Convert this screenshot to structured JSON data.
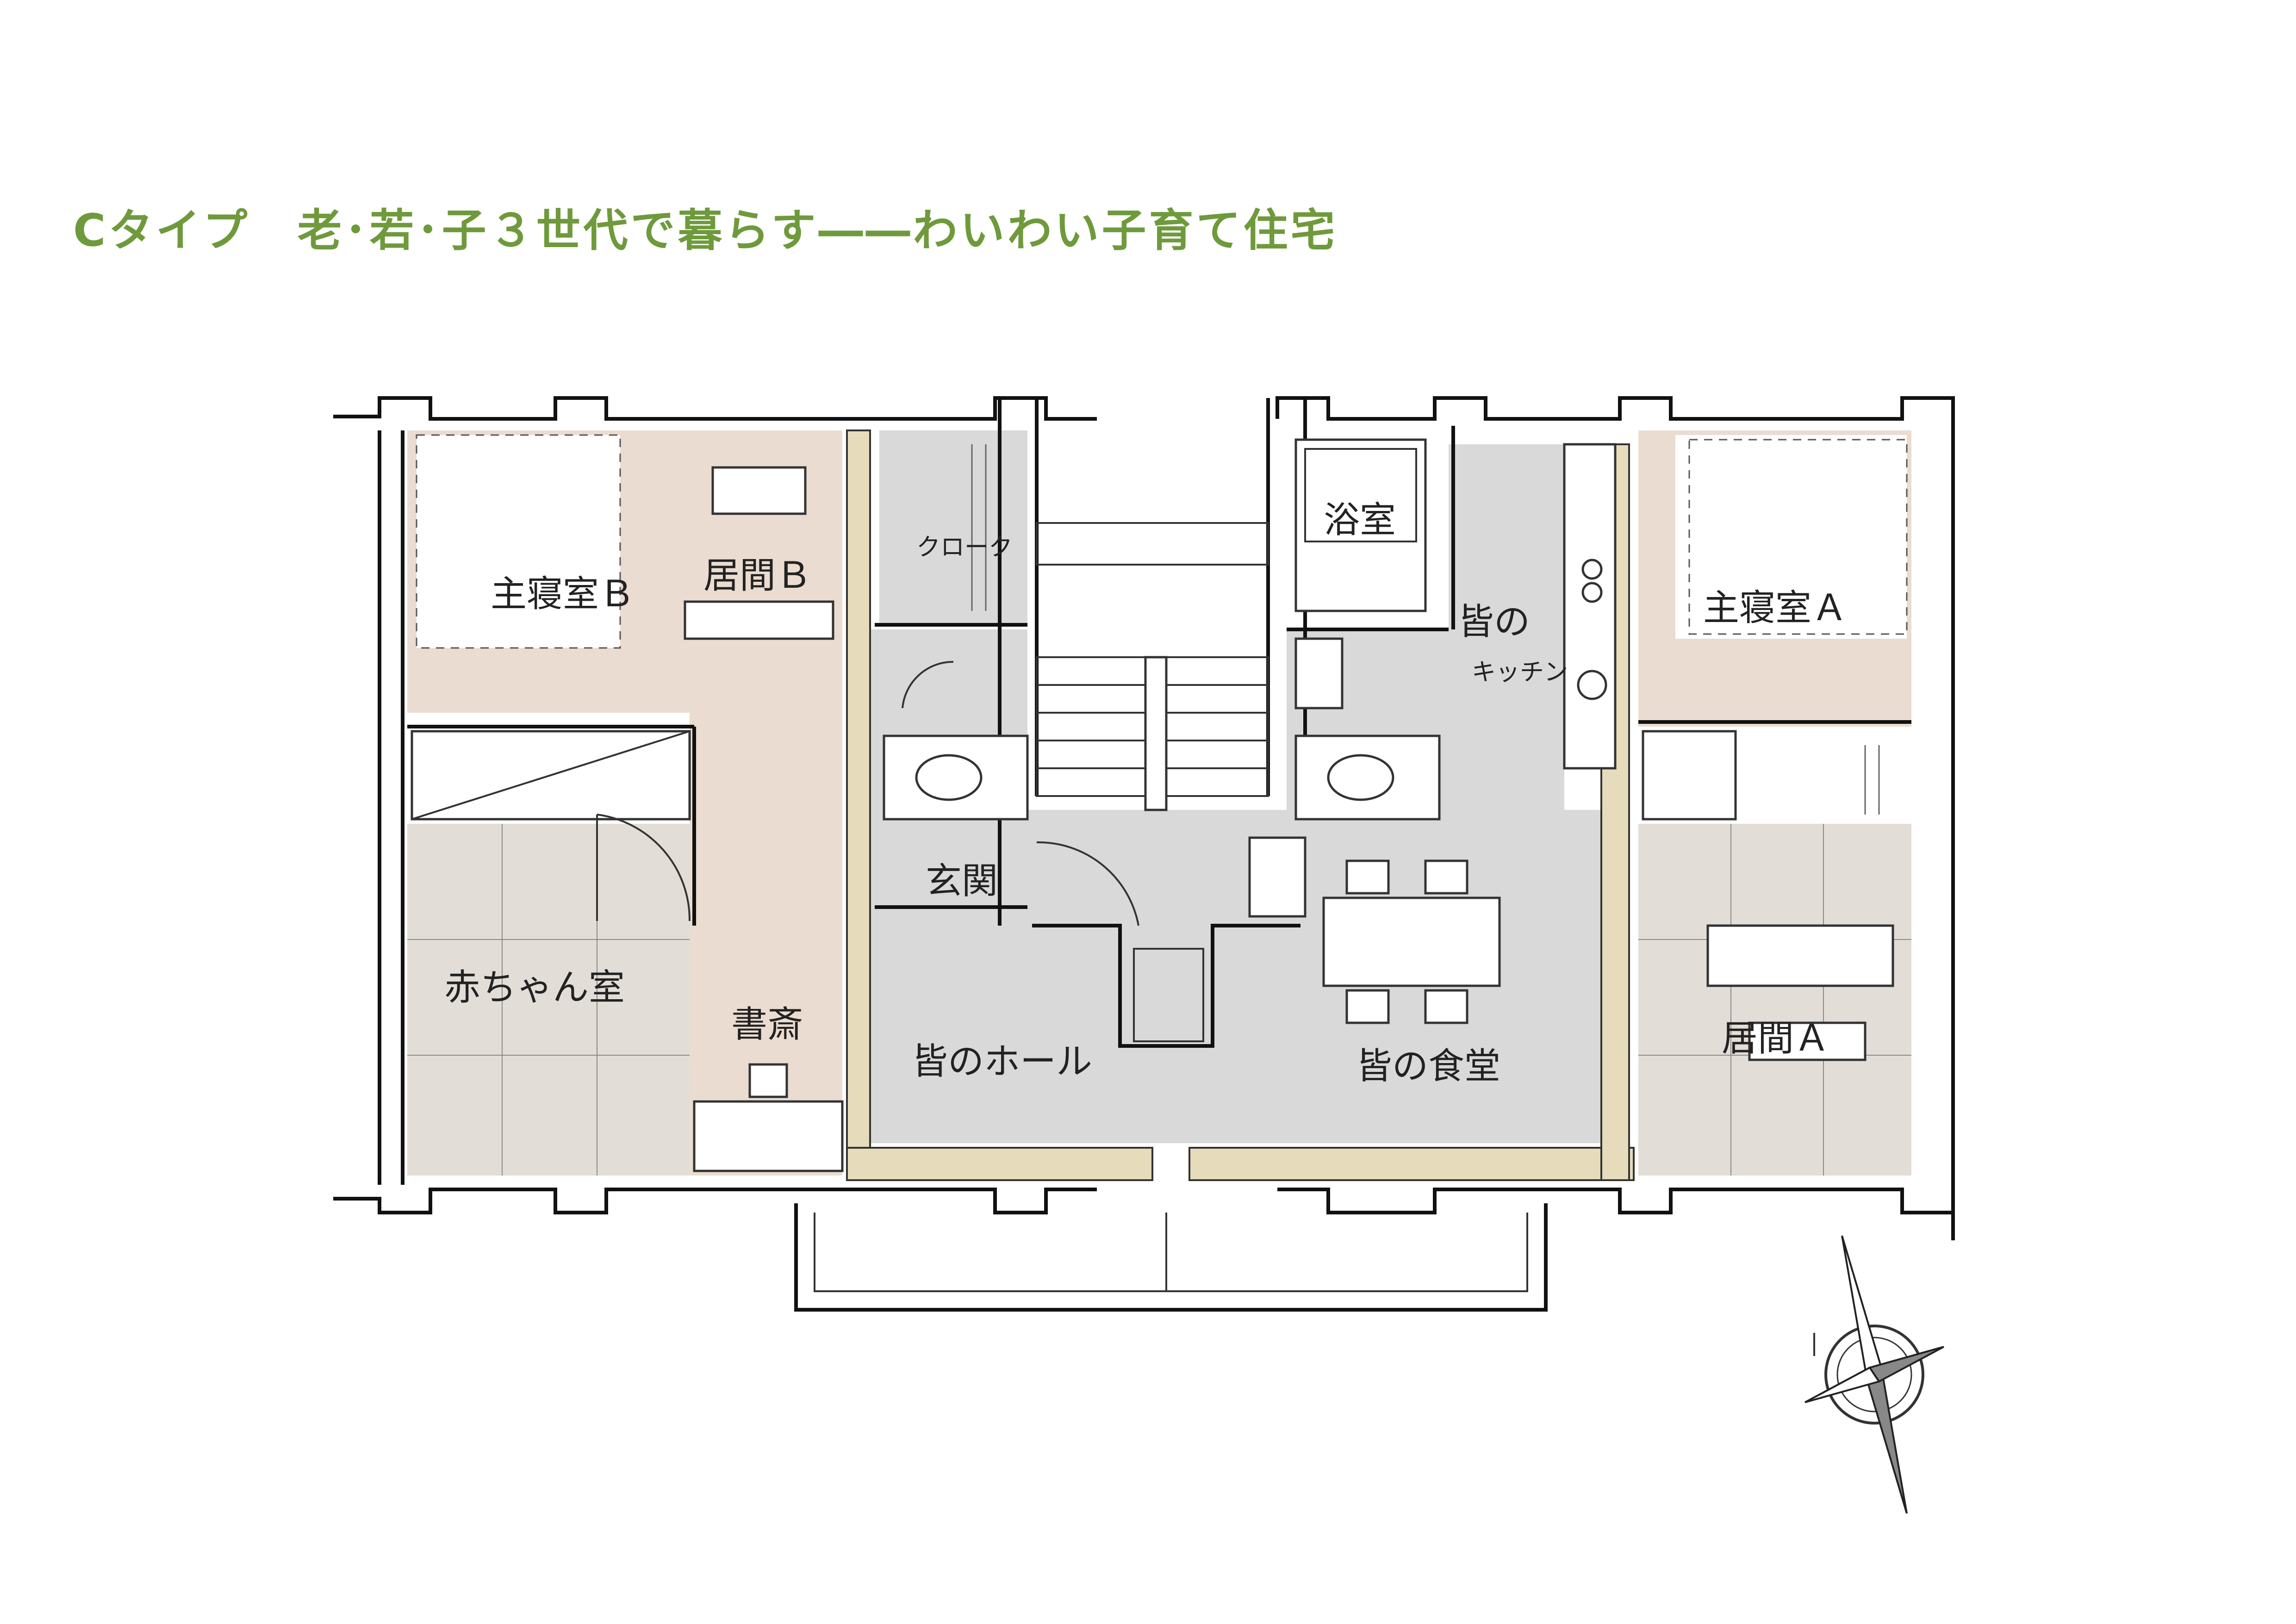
{
  "title": "Cタイプ　老･若･子３世代で暮らす――わいわい子育て住宅",
  "colors": {
    "title": "#6f9a3c",
    "private_floor": "#eadcd0",
    "tatami_floor": "#e2ddd7",
    "shared_floor": "#d9d9d9",
    "shelf": "#e6dcbc"
  },
  "rooms": {
    "master_bedroom_b": "主寝室Ｂ",
    "living_b": "居間Ｂ",
    "cloak": "クローク",
    "bath": "浴室",
    "kitchen_line1": "皆の",
    "kitchen_line2": "キッチン",
    "master_bedroom_a": "主寝室Ａ",
    "entrance": "玄関",
    "baby_room": "赤ちゃん室",
    "study": "書斎",
    "hall": "皆のホール",
    "dining": "皆の食堂",
    "living_a": "居間Ａ"
  },
  "icons": {
    "compass": "compass-rose-icon"
  }
}
